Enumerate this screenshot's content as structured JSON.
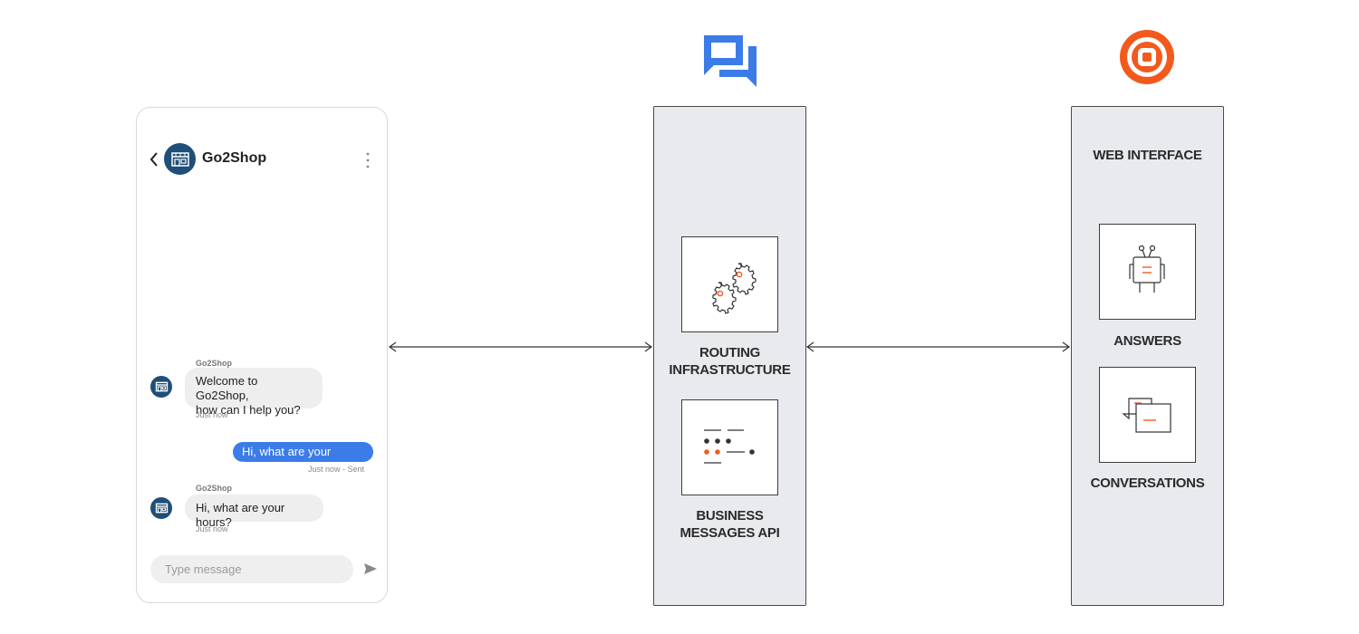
{
  "colors": {
    "accent_blue": "#3b7ce8",
    "brand_orange": "#f25a1d",
    "avatar_navy": "#1f4e79",
    "panel_bg": "#e9eaed"
  },
  "phone": {
    "business_name": "Go2Shop",
    "messages": [
      {
        "sender": "Go2Shop",
        "text_line1": "Welcome to Go2Shop,",
        "text_line2": "how can I help you?",
        "timestamp": "Just now"
      },
      {
        "text": "Hi, what are your hours?",
        "timestamp": "Just now - Sent"
      },
      {
        "sender": "Go2Shop",
        "text": "Hi, what are your hours?",
        "timestamp": "Just now"
      }
    ],
    "input_placeholder": "Type message"
  },
  "middle_panel": {
    "routing_label_line1": "ROUTING",
    "routing_label_line2": "INFRASTRUCTURE",
    "api_label_line1": "BUSINESS",
    "api_label_line2": "MESSAGES API"
  },
  "right_panel": {
    "title": "WEB INTERFACE",
    "answers_label": "ANSWERS",
    "conversations_label": "CONVERSATIONS"
  },
  "icons": {
    "phone_back": "chevron-left-icon",
    "phone_menu": "more-vert-icon",
    "store": "storefront-icon",
    "send": "send-icon",
    "business_messages_logo": "chat-bubbles-icon",
    "orange_logo": "concentric-square-logo-icon",
    "gears": "gears-icon",
    "api": "dots-lines-icon",
    "answers": "robot-icon",
    "conversations": "conversation-bubbles-icon",
    "connector": "double-arrow-icon"
  }
}
